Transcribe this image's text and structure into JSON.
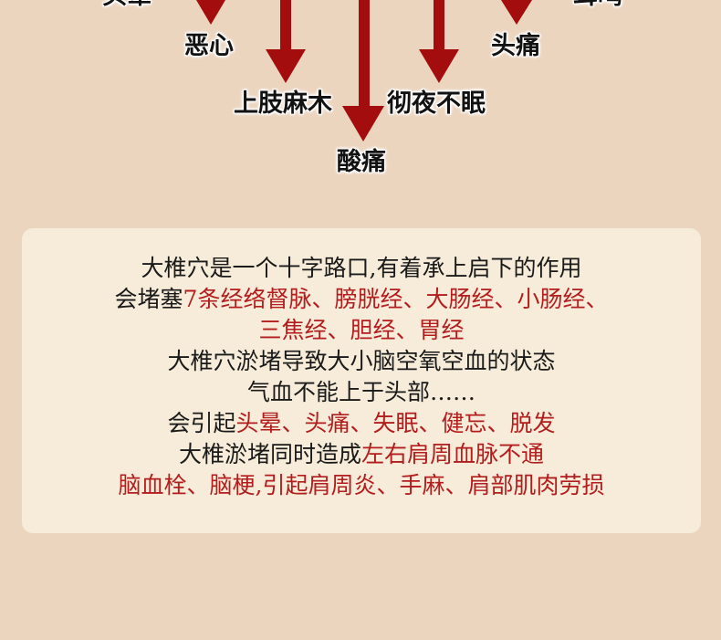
{
  "colors": {
    "background": "#ecd5bf",
    "panel": "#f6ecd9",
    "arrow": "#a30d0d",
    "highlight_text": "#b31d1d",
    "body_text": "#1a1a1a"
  },
  "top_labels": {
    "left_cut": "头晕",
    "right_cut": "耳鸣"
  },
  "symptom_labels": {
    "nausea": "恶心",
    "headache": "头痛",
    "arm_numbness": "上肢麻木",
    "insomnia": "彻夜不眠",
    "soreness": "酸痛"
  },
  "panel_lines": [
    [
      {
        "text": "大椎穴是一个十字路口,有着承上启下的作用",
        "red": false
      }
    ],
    [
      {
        "text": "会堵塞",
        "red": false
      },
      {
        "text": "7条经络督脉、膀胱经、大肠经、小肠经、",
        "red": true
      }
    ],
    [
      {
        "text": "三焦经、胆经、胃经",
        "red": true
      }
    ],
    [
      {
        "text": "大椎穴淤堵导致大小脑空氧空血的状态",
        "red": false
      }
    ],
    [
      {
        "text": "气血不能上于头部……",
        "red": false
      }
    ],
    [
      {
        "text": "会引起",
        "red": false
      },
      {
        "text": "头晕、头痛、失眠、健忘、脱发",
        "red": true
      }
    ],
    [
      {
        "text": "大椎淤堵同时造成",
        "red": false
      },
      {
        "text": "左右肩周血脉不通",
        "red": true
      }
    ],
    [
      {
        "text": "脑血栓、脑梗,引起肩周炎、手麻、肩部肌肉劳损",
        "red": true
      }
    ]
  ]
}
